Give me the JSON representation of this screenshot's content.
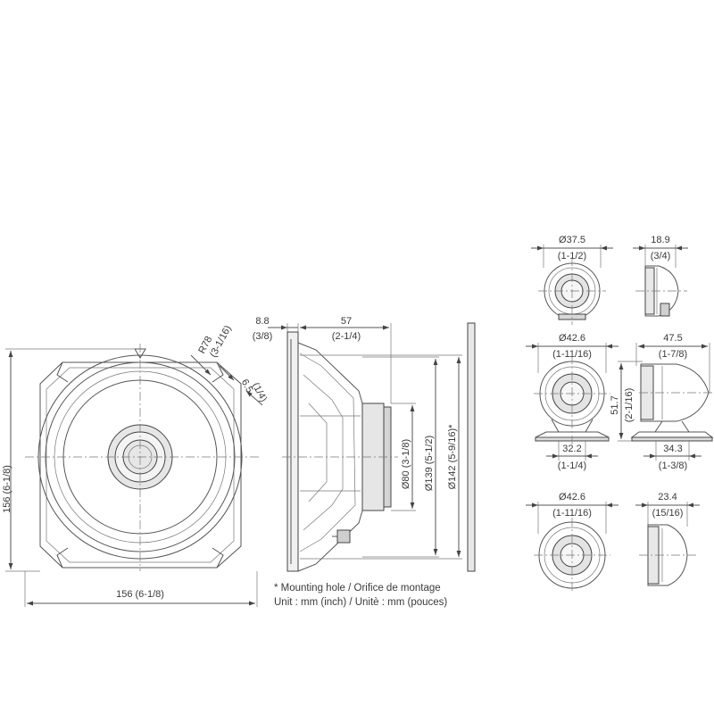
{
  "woofer_front": {
    "height_dim": "156 (6-1/8)",
    "width_dim": "156 (6-1/8)",
    "radius_dim": "R78",
    "radius_dim_inch": "(3-1/16)",
    "hole_dim": "6.5",
    "hole_dim_inch": "(1/4)"
  },
  "woofer_side": {
    "flange_depth": "8.8",
    "flange_depth_inch": "(3/8)",
    "mount_depth": "57",
    "mount_depth_inch": "(2-1/4)",
    "magnet_dia": "Ø80 (3-1/8)",
    "cutout_dia": "Ø139 (5-1/2)",
    "hole_circle_dia": "Ø142 (5-9/16)*"
  },
  "notes": {
    "mounting_hole": "* Mounting hole / Orifice de montage",
    "units": "Unit : mm (inch) / Unitè : mm (pouces)"
  },
  "tweeter_a": {
    "dia": "Ø37.5",
    "dia_inch": "(1-1/2)",
    "depth": "18.9",
    "depth_inch": "(3/4)"
  },
  "tweeter_b": {
    "dia": "Ø42.6",
    "dia_inch": "(1-11/16)",
    "depth": "47.5",
    "depth_inch": "(1-7/8)",
    "height": "51.7",
    "height_inch": "(2-1/16)",
    "base_front": "32.2",
    "base_front_inch": "(1-1/4)",
    "base_side": "34.3",
    "base_side_inch": "(1-3/8)"
  },
  "tweeter_c": {
    "dia": "Ø42.6",
    "dia_inch": "(1-11/16)",
    "depth": "23.4",
    "depth_inch": "(15/16)"
  }
}
